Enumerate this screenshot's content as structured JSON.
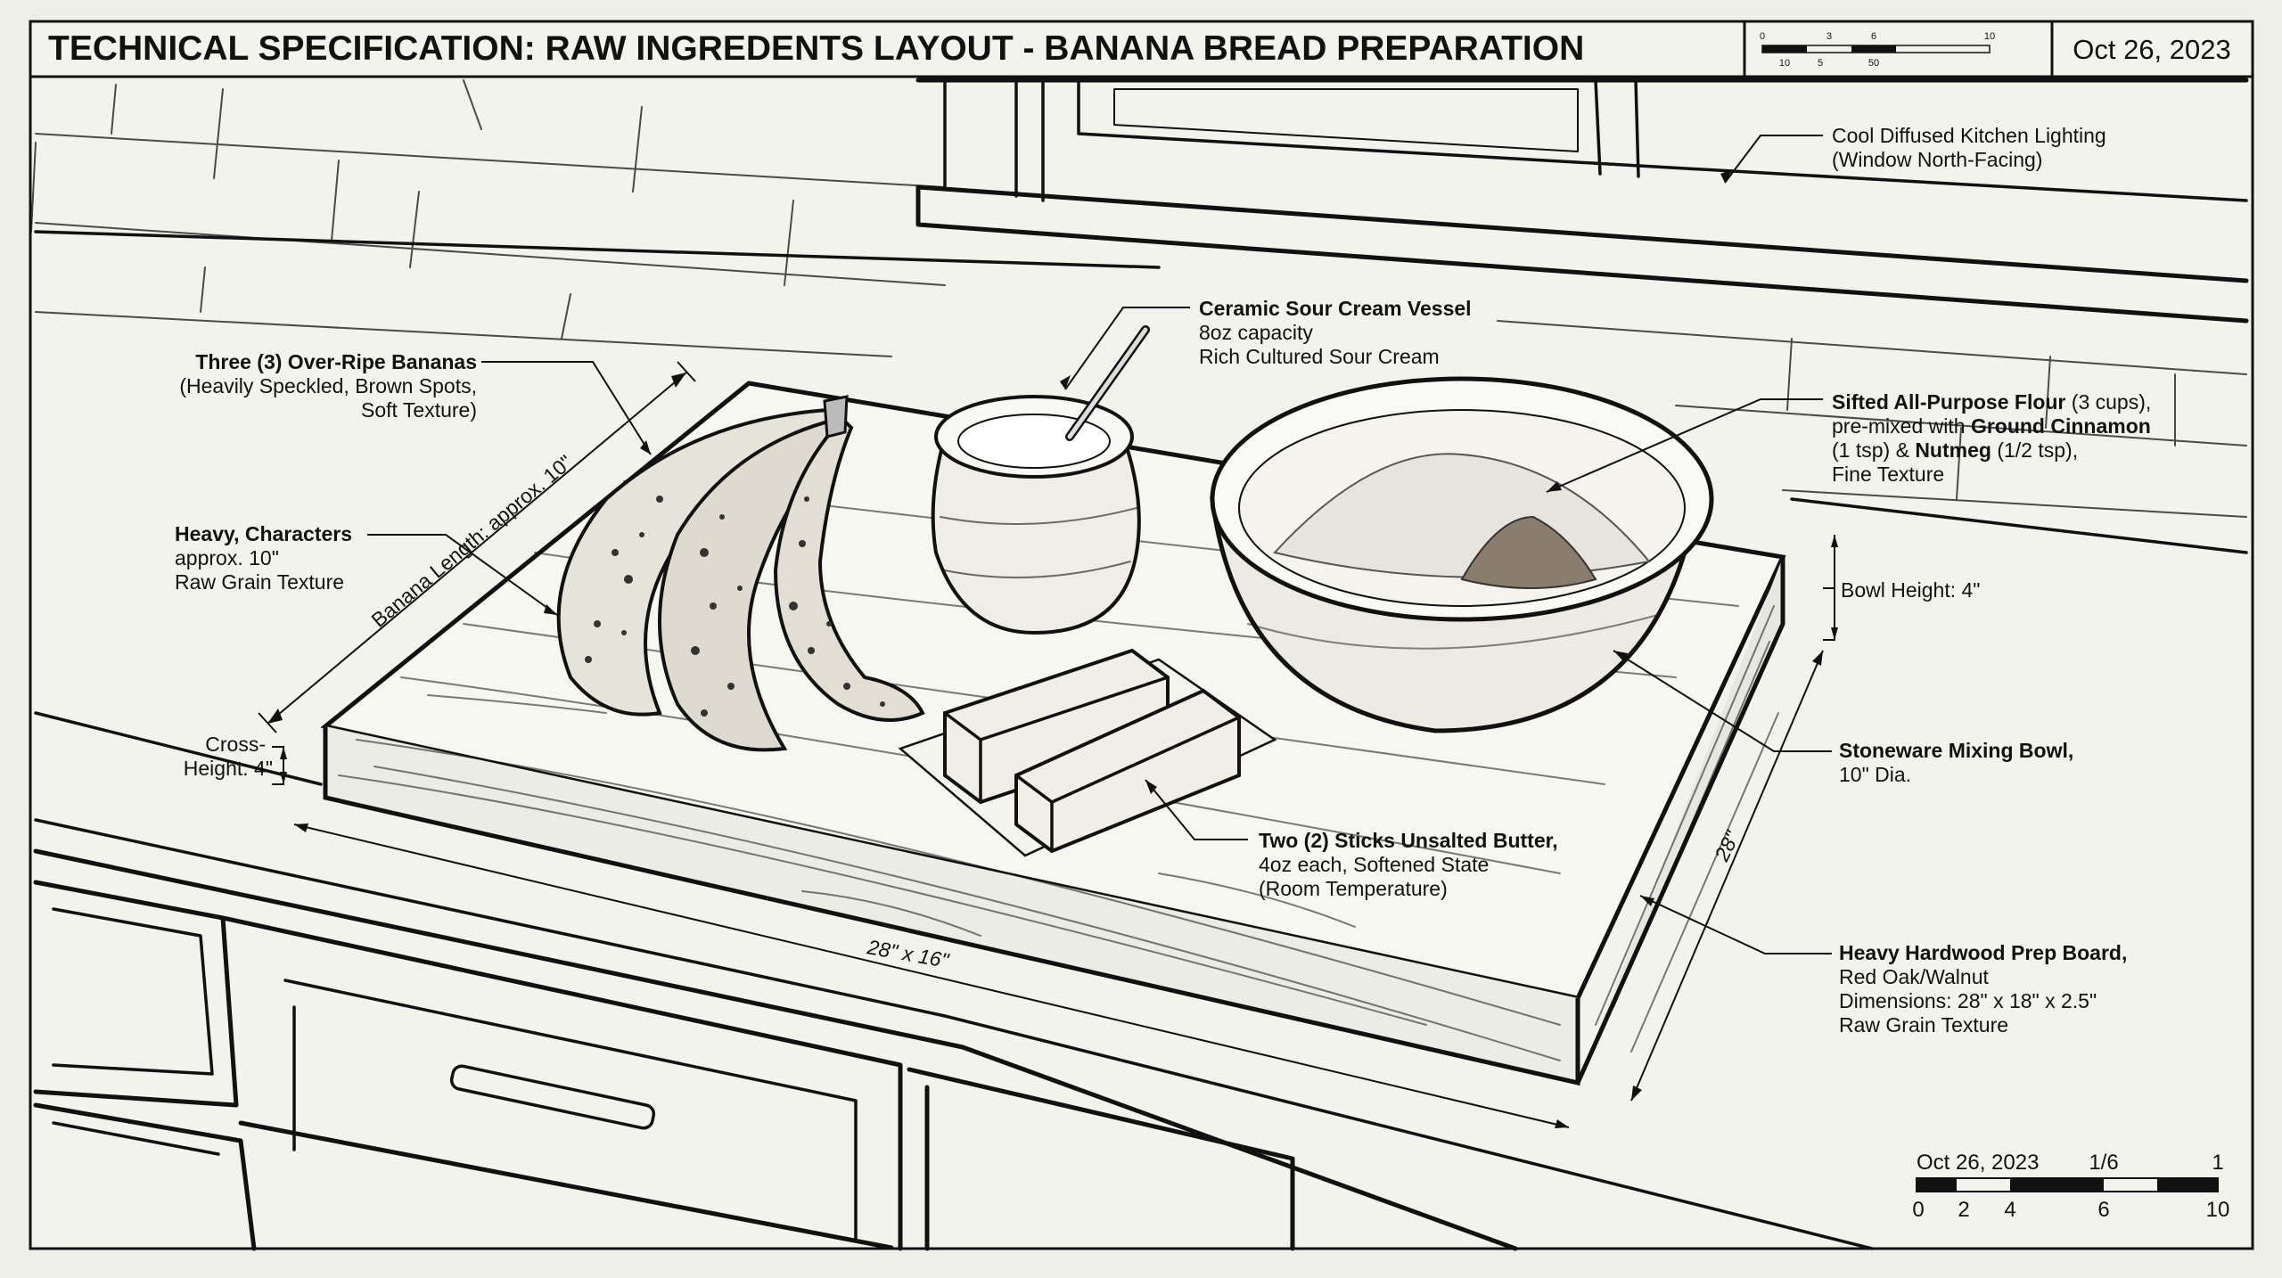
{
  "header": {
    "title": "TECHNICAL SPECIFICATION: RAW INGREDENTS LAYOUT - BANANA BREAD PREPARATION",
    "date": "Oct 26, 2023",
    "scale_top_ticks": [
      "0",
      "3",
      "6",
      "10"
    ],
    "scale_bottom_ticks": [
      "10",
      "5",
      "50"
    ]
  },
  "callouts": {
    "lighting": {
      "line1": "Cool Diffused Kitchen Lighting",
      "line2": "(Window North-Facing)"
    },
    "sour_cream": {
      "title": "Ceramic Sour Cream Vessel",
      "line1": "8oz capacity",
      "line2": "Rich Cultured Sour Cream"
    },
    "bananas": {
      "title": "Three (3) Over-Ripe Bananas",
      "line1": "(Heavily Speckled, Brown Spots,",
      "line2": "Soft Texture)"
    },
    "flour": {
      "title_bold": "Sifted All-Purpose Flour",
      "title_rest": " (3 cups),",
      "line1_pre": "pre-mixed with ",
      "line1_bold": "Ground Cinnamon",
      "line2_pre": "(1 tsp) & ",
      "line2_bold": "Nutmeg",
      "line2_post": " (1/2 tsp),",
      "line3": "Fine Texture"
    },
    "heavy": {
      "title": "Heavy, Characters",
      "line1": "approx. 10\"",
      "line2": "Raw Grain Texture"
    },
    "banana_length": "Banana Length: approx. 10\"",
    "bowl_height": "Bowl Height: 4\"",
    "cross_height": {
      "line1": "Cross-",
      "line2": "Height: 4\""
    },
    "bowl": {
      "title": "Stoneware Mixing Bowl,",
      "line1": "10\" Dia."
    },
    "butter": {
      "title": "Two (2) Sticks Unsalted Butter,",
      "line1": "4oz each, Softened State",
      "line2": "(Room Temperature)"
    },
    "board_dim_front": "28\" x 16\"",
    "board_dim_side": "28\"",
    "board": {
      "title": "Heavy Hardwood Prep Board,",
      "line1": "Red Oak/Walnut",
      "line2": "Dimensions: 28\" x 18\" x 2.5\"",
      "line3": "Raw Grain Texture"
    }
  },
  "footer_scale": {
    "date": "Oct 26, 2023",
    "ratio": "1/6",
    "end_label": "1",
    "ticks": [
      "0",
      "2",
      "4",
      "6",
      "10"
    ]
  }
}
